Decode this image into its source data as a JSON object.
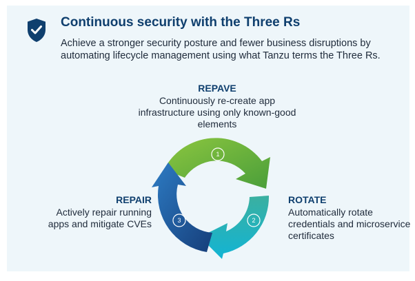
{
  "header": {
    "title": "Continuous security with the Three Rs",
    "subtitle": "Achieve a stronger security posture and fewer business disruptions by automating lifecycle management using what Tanzu terms the Three Rs."
  },
  "icons": {
    "header_icon": "shield-check-icon"
  },
  "steps": [
    {
      "number": "1",
      "name": "REPAVE",
      "description": "Continuously re-create app infrastructure using only known-good elements",
      "color": "#6cb33e"
    },
    {
      "number": "2",
      "name": "ROTATE",
      "description": "Automatically rotate credentials and microservice certificates",
      "color": "#1aaac2"
    },
    {
      "number": "3",
      "name": "REPAIR",
      "description": "Actively repair running apps and mitigate CVEs",
      "color": "#1e5fa6"
    }
  ],
  "colors": {
    "title": "#0f3f6e",
    "background": "#eef6fa",
    "shield": "#0f3f6e"
  }
}
